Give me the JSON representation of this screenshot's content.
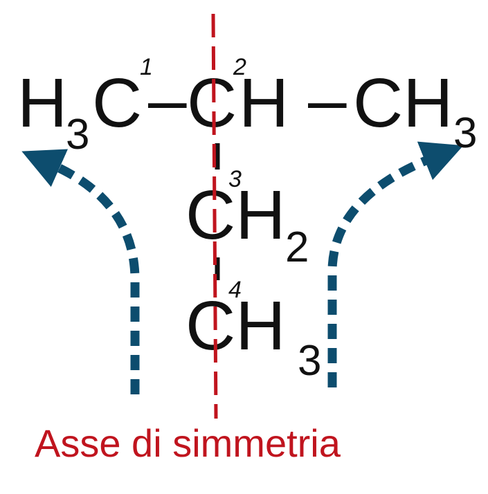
{
  "diagram": {
    "colors": {
      "symbols": "#111111",
      "axis": "#c0141e",
      "arrows": "#0d4d6e"
    },
    "group_left": {
      "element": "H",
      "subscript": "3",
      "carbon": "C"
    },
    "bond_dash": "–",
    "group_center": {
      "element": "C",
      "rest": "H"
    },
    "group_right": {
      "element": "CH",
      "subscript": "3"
    },
    "group_middle": {
      "element": "CH",
      "subscript": "2"
    },
    "group_bottom": {
      "element": "CH",
      "subscript": "3"
    },
    "carbon_numbers": [
      "1",
      "2",
      "3",
      "4"
    ],
    "caption": "Asse di simmetria",
    "icons": [
      "left-curved-arrow-icon",
      "right-curved-arrow-icon"
    ]
  }
}
